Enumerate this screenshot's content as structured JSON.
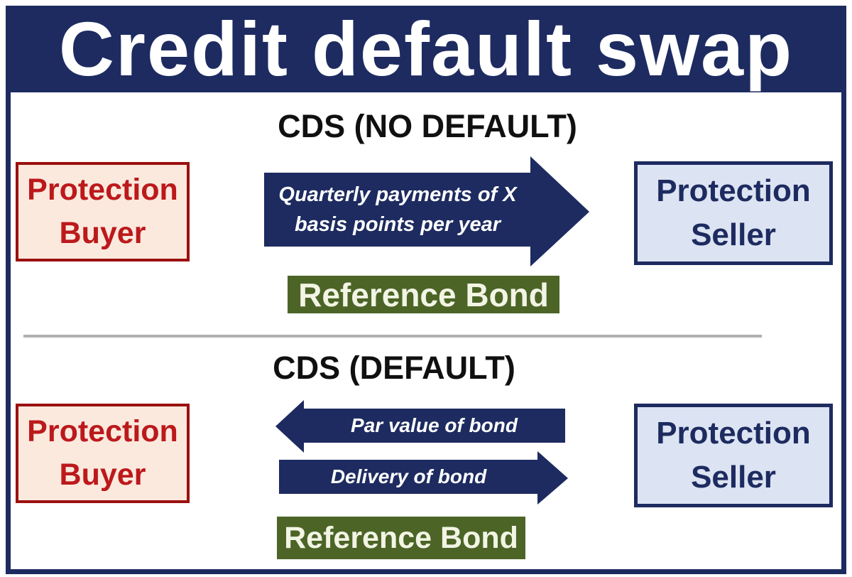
{
  "title": "Credit default swap",
  "colors": {
    "navy": "#1d2b60",
    "buyer_border": "#9b1010",
    "buyer_text": "#bc191c",
    "buyer_bg": "#fbe9dd",
    "seller_bg": "#dce3f2",
    "green_bg": "#4c6527",
    "green_text": "#f2f4e4",
    "heading_text": "#101010",
    "divider": "#b0b0b0",
    "title_text": "#ffffff",
    "arrow_text": "#ffffff"
  },
  "sections": {
    "no_default": {
      "heading": "CDS (NO DEFAULT)",
      "buyer": {
        "line1": "Protection",
        "line2": "Buyer"
      },
      "seller": {
        "line1": "Protection",
        "line2": "Seller"
      },
      "premium_arrow": {
        "direction": "right",
        "line1": "Quarterly payments of X",
        "line2": "basis points per year"
      },
      "reference_bond": "Reference Bond"
    },
    "default": {
      "heading": "CDS (DEFAULT)",
      "buyer": {
        "line1": "Protection",
        "line2": "Buyer"
      },
      "seller": {
        "line1": "Protection",
        "line2": "Seller"
      },
      "par_value_arrow": {
        "direction": "left",
        "label": "Par value of bond"
      },
      "delivery_arrow": {
        "direction": "right",
        "label": "Delivery of bond"
      },
      "reference_bond": "Reference Bond"
    }
  }
}
